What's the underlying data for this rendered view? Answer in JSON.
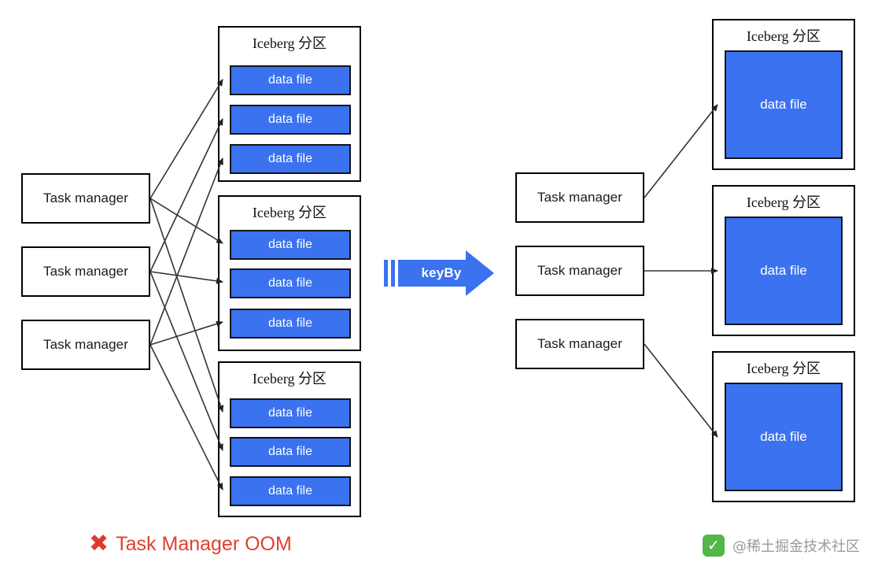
{
  "diagram": {
    "left_side": {
      "task_managers": [
        {
          "label": "Task manager"
        },
        {
          "label": "Task manager"
        },
        {
          "label": "Task manager"
        }
      ],
      "partitions": [
        {
          "title": "Iceberg 分区",
          "data_files": [
            {
              "label": "data file"
            },
            {
              "label": "data file"
            },
            {
              "label": "data file"
            }
          ]
        },
        {
          "title": "Iceberg 分区",
          "data_files": [
            {
              "label": "data file"
            },
            {
              "label": "data file"
            },
            {
              "label": "data file"
            }
          ]
        },
        {
          "title": "Iceberg 分区",
          "data_files": [
            {
              "label": "data file"
            },
            {
              "label": "data file"
            },
            {
              "label": "data file"
            }
          ]
        }
      ],
      "caption": {
        "mark": "✖",
        "text": "Task Manager OOM"
      }
    },
    "transform": {
      "label": "keyBy"
    },
    "right_side": {
      "task_managers": [
        {
          "label": "Task manager"
        },
        {
          "label": "Task manager"
        },
        {
          "label": "Task manager"
        }
      ],
      "partitions": [
        {
          "title": "Iceberg 分区",
          "data_files": [
            {
              "label": "data file"
            }
          ]
        },
        {
          "title": "Iceberg 分区",
          "data_files": [
            {
              "label": "data file"
            }
          ]
        },
        {
          "title": "Iceberg 分区",
          "data_files": [
            {
              "label": "data file"
            }
          ]
        }
      ]
    },
    "watermark": {
      "mark": "✓",
      "text": "@稀土掘金技术社区"
    },
    "colors": {
      "data_file_blue": "#3a72f0",
      "keyby_blue": "#3a72f0",
      "error_red": "#e04030",
      "success_green": "#51b749",
      "watermark_gray": "#9a9a9a",
      "outline_black": "#000000"
    }
  }
}
